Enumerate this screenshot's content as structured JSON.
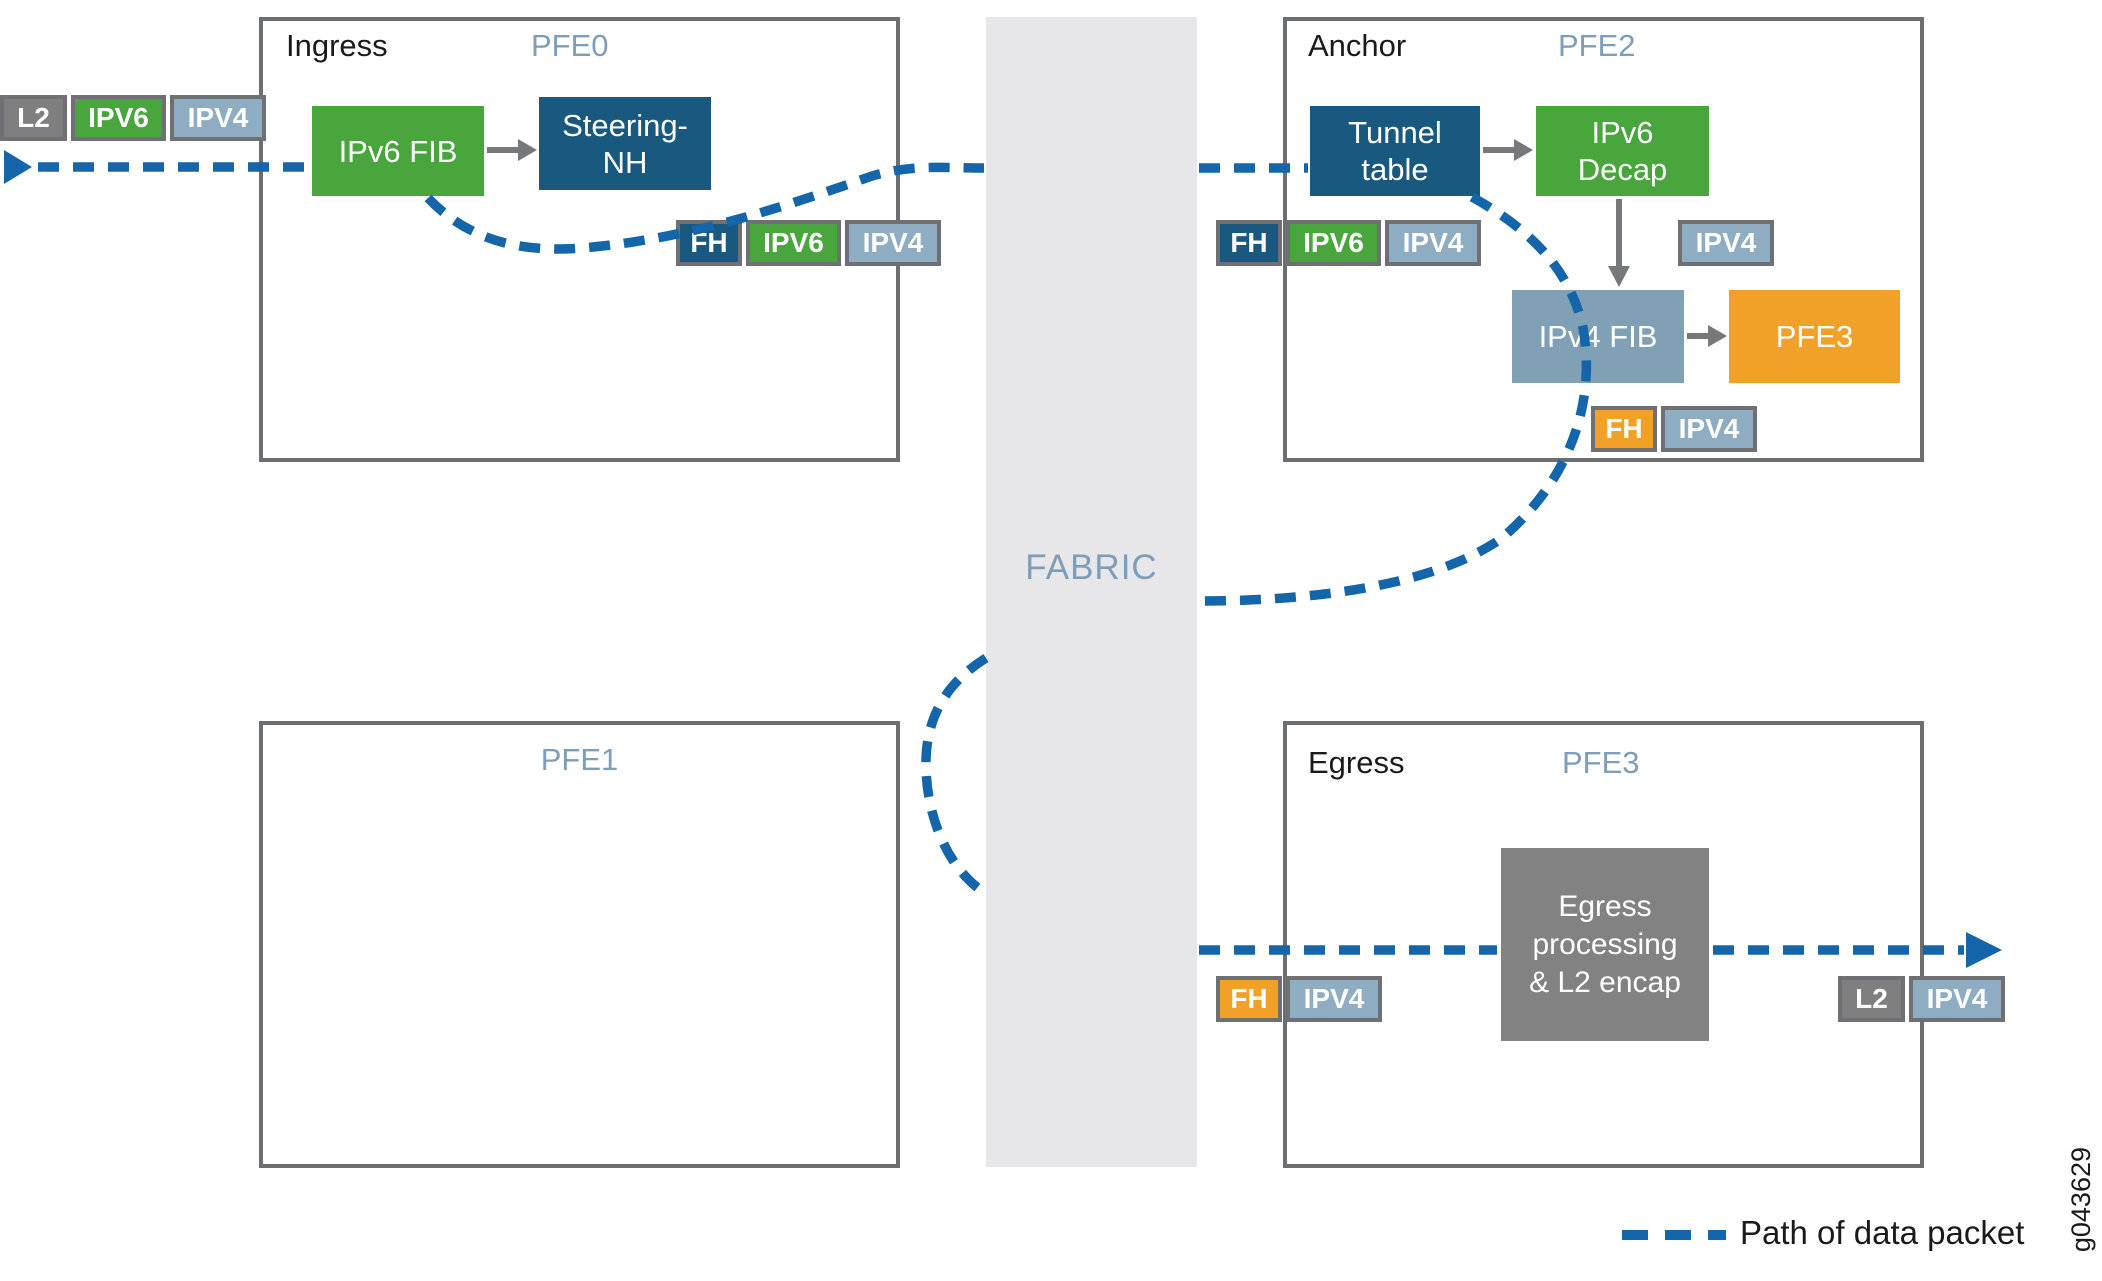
{
  "sections": {
    "ingress": {
      "label": "Ingress",
      "pfe": "PFE0"
    },
    "anchor": {
      "label": "Anchor",
      "pfe": "PFE2"
    },
    "pfe1": {
      "pfe": "PFE1"
    },
    "egress": {
      "label": "Egress",
      "pfe": "PFE3"
    }
  },
  "fabric": {
    "label": "FABRIC"
  },
  "nodes": {
    "ipv6_fib": {
      "lines": [
        "IPv6 FIB"
      ]
    },
    "steering_nh": {
      "lines": [
        "Steering-",
        "NH"
      ]
    },
    "tunnel_table": {
      "lines": [
        "Tunnel",
        "table"
      ]
    },
    "ipv6_decap": {
      "lines": [
        "IPv6",
        "Decap"
      ]
    },
    "ipv4_fib": {
      "lines": [
        "IPv4 FIB"
      ]
    },
    "pfe3_target": {
      "lines": [
        "PFE3"
      ]
    },
    "egress_processing": {
      "lines": [
        "Egress",
        "processing",
        "& L2 encap"
      ]
    }
  },
  "packet_labels": {
    "ingress_in": [
      "L2",
      "IPV6",
      "IPV4"
    ],
    "ingress_out": [
      "FH",
      "IPV6",
      "IPV4"
    ],
    "anchor_in": [
      "FH",
      "IPV6",
      "IPV4"
    ],
    "anchor_inner": [
      "IPV4"
    ],
    "anchor_out": [
      "FH",
      "IPV4"
    ],
    "egress_in": [
      "FH",
      "IPV4"
    ],
    "egress_out": [
      "L2",
      "IPV4"
    ]
  },
  "legend": {
    "label": "Path of data packet"
  },
  "watermark": "g043629",
  "colors": {
    "green": "#48a63c",
    "dark_blue": "#19587f",
    "slate_blue": "#7fa0b5",
    "light_blue_chip": "#8fadc2",
    "orange": "#f1a028",
    "gray_chip": "#7f7f7f",
    "node_gray": "#828282",
    "border_gray": "#6d6e71",
    "fabric_gray": "#e7e7e9",
    "pfe_label_blue": "#7e9db8",
    "path_blue": "#1465a9"
  }
}
